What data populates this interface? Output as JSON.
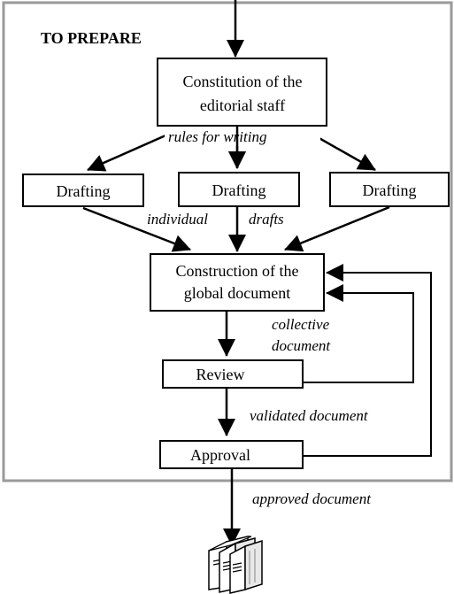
{
  "frame": {
    "title": "TO PREPARE"
  },
  "nodes": {
    "constitution": {
      "lines": [
        "Constitution of the",
        "editorial staff"
      ]
    },
    "drafting_left": {
      "label": "Drafting"
    },
    "drafting_center": {
      "label": "Drafting"
    },
    "drafting_right": {
      "label": "Drafting"
    },
    "construction": {
      "lines": [
        "Construction of the",
        "global document"
      ]
    },
    "review": {
      "label": "Review"
    },
    "approval": {
      "label": "Approval"
    }
  },
  "edge_labels": {
    "rules": "rules for writing",
    "individual": "individual",
    "drafts": "drafts",
    "collective_line1": "collective",
    "collective_line2": "document",
    "validated": "validated document",
    "approved": "approved document"
  },
  "output_icon": "stacked-binders-icon"
}
